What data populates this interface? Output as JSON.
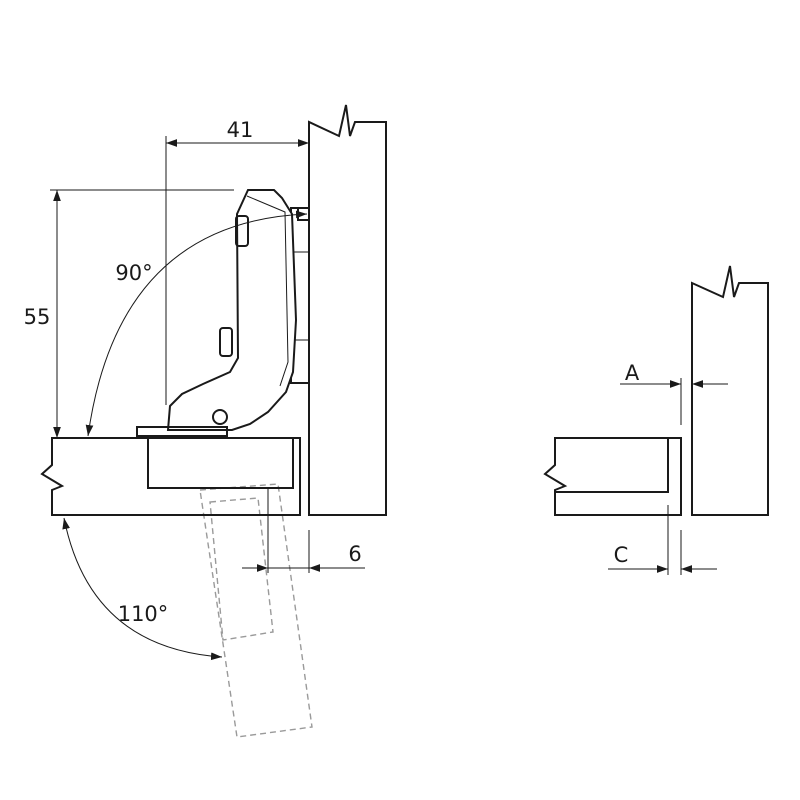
{
  "labels": {
    "dim_width": "41",
    "dim_height": "55",
    "angle_open": "90°",
    "angle_max": "110°",
    "dim_gap": "6",
    "param_a": "A",
    "param_c": "C"
  },
  "colors": {
    "line": "#1a1a1a",
    "phantom": "#9a9a9a",
    "background": "#ffffff"
  }
}
